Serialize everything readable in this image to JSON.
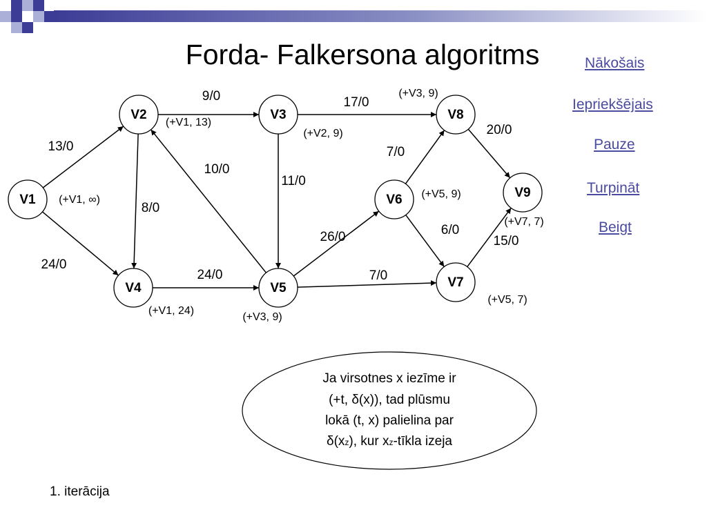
{
  "header": {
    "accent_color": "#3c3c96",
    "light_color": "#aab0d8"
  },
  "title": "Forda- Falkersona algoritms",
  "nav": [
    {
      "label": "Nākošais"
    },
    {
      "label": "Iepriekšējais"
    },
    {
      "label": "Pauze "
    },
    {
      "label": "Turpināt "
    },
    {
      "label": "Beigt"
    }
  ],
  "link_color": "#4a4aa0",
  "graph": {
    "nodes": [
      {
        "id": "V1",
        "label": "V1"
      },
      {
        "id": "V2",
        "label": "V2"
      },
      {
        "id": "V3",
        "label": "V3"
      },
      {
        "id": "V4",
        "label": "V4"
      },
      {
        "id": "V5",
        "label": "V5"
      },
      {
        "id": "V6",
        "label": "V6"
      },
      {
        "id": "V7",
        "label": "V7"
      },
      {
        "id": "V8",
        "label": "V8"
      },
      {
        "id": "V9",
        "label": "V9"
      }
    ],
    "edges": [
      {
        "from": "V1",
        "to": "V2",
        "label": "13/0"
      },
      {
        "from": "V1",
        "to": "V4",
        "label": "24/0"
      },
      {
        "from": "V2",
        "to": "V3",
        "label": "9/0"
      },
      {
        "from": "V2",
        "to": "V4",
        "label": "8/0"
      },
      {
        "from": "V5",
        "to": "V2",
        "label": "10/0"
      },
      {
        "from": "V3",
        "to": "V8",
        "label": "17/0"
      },
      {
        "from": "V3",
        "to": "V5",
        "label": "11/0"
      },
      {
        "from": "V4",
        "to": "V5",
        "label": "24/0"
      },
      {
        "from": "V5",
        "to": "V6",
        "label": "26/0"
      },
      {
        "from": "V5",
        "to": "V7",
        "label": "7/0"
      },
      {
        "from": "V6",
        "to": "V8",
        "label": "7/0"
      },
      {
        "from": "V6",
        "to": "V7",
        "label": "6/0"
      },
      {
        "from": "V8",
        "to": "V9",
        "label": "20/0"
      },
      {
        "from": "V7",
        "to": "V9",
        "label": "15/0"
      }
    ],
    "marks": [
      {
        "node": "V1",
        "text": "(+V1, ∞)"
      },
      {
        "node": "V2",
        "text": "(+V1, 13)"
      },
      {
        "node": "V3",
        "text": "(+V2, 9)"
      },
      {
        "node": "V4",
        "text": "(+V1, 24)"
      },
      {
        "node": "V5",
        "text": "(+V3, 9)"
      },
      {
        "node": "V6",
        "text": "(+V5, 9)"
      },
      {
        "node": "V7",
        "text": "(+V5, 7)"
      },
      {
        "node": "V8",
        "text": "(+V3, 9)"
      },
      {
        "node": "V9",
        "text": "(+V7, 7)"
      }
    ]
  },
  "note": {
    "line1": "Ja virsotnes x iezīme ir",
    "line2": "(+t, δ(x)), tad plūsmu",
    "line3": "lokā (t, x) palielina par",
    "line4_pre": "δ(x",
    "line4_sub1": "z",
    "line4_mid": "), kur x",
    "line4_sub2": "z",
    "line4_post": "-tīkla izeja"
  },
  "iteration": "1. iterācija"
}
